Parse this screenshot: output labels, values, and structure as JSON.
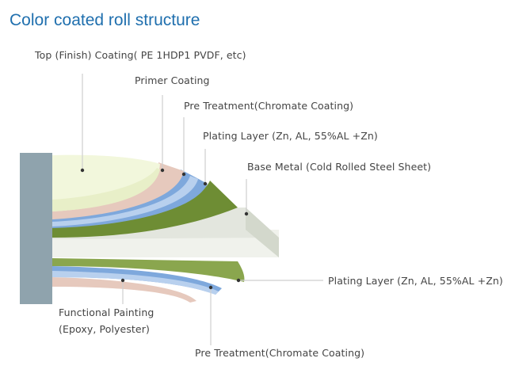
{
  "title": "Color coated roll structure",
  "colors": {
    "title": "#1f6fae",
    "panel": "#8fa3ad",
    "top_coating": "#f2f7dc",
    "primer": "#e6c9bd",
    "pretreatment": "#7ea8dc",
    "plating": "#6e8d34",
    "base_metal": "#e3e6de",
    "leader": "#cfcfcf"
  },
  "labels": {
    "top_coating": "Top (Finish) Coating( PE 1HDP1 PVDF, etc)",
    "primer": "Primer Coating",
    "pretreatment_top": "Pre Treatment(Chromate Coating)",
    "plating_top": "Plating Layer (Zn, AL, 55%AL +Zn)",
    "base_metal": "Base Metal (Cold Rolled Steel Sheet)",
    "plating_bottom": "Plating Layer (Zn, AL, 55%AL +Zn)",
    "functional_line1": "Functional Painting",
    "functional_line2": "(Epoxy, Polyester)",
    "pretreatment_bottom": "Pre Treatment(Chromate Coating)"
  }
}
